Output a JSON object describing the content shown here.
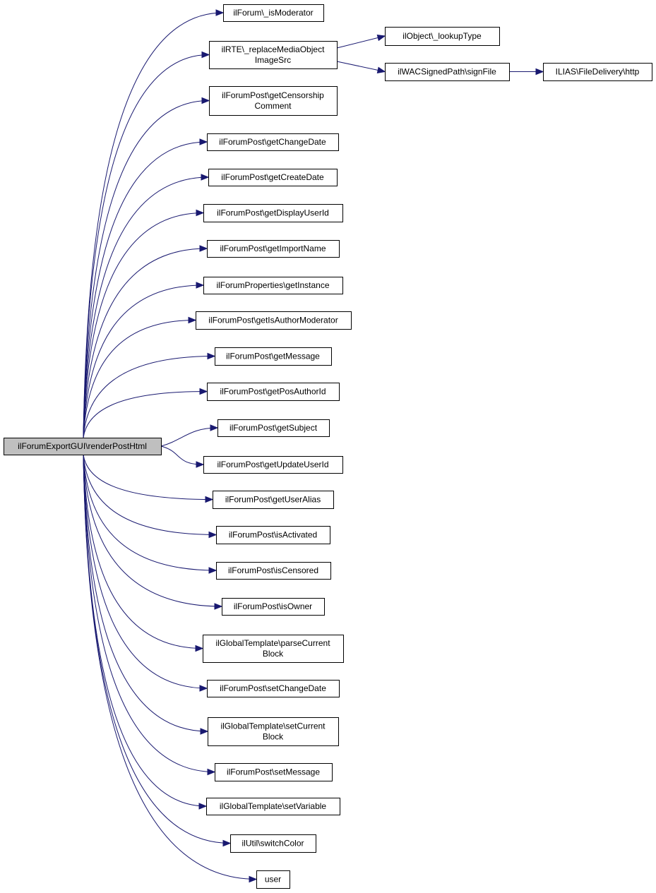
{
  "diagram": {
    "root": {
      "id": "root",
      "lines": [
        "ilForumExportGUI\\renderPostHtml"
      ]
    },
    "nodes": [
      {
        "id": "n1",
        "lines": [
          "ilForum\\_isModerator"
        ]
      },
      {
        "id": "n2",
        "lines": [
          "ilRTE\\_replaceMediaObject",
          "ImageSrc"
        ]
      },
      {
        "id": "n3",
        "lines": [
          "ilForumPost\\getCensorship",
          "Comment"
        ]
      },
      {
        "id": "n4",
        "lines": [
          "ilForumPost\\getChangeDate"
        ]
      },
      {
        "id": "n5",
        "lines": [
          "ilForumPost\\getCreateDate"
        ]
      },
      {
        "id": "n6",
        "lines": [
          "ilForumPost\\getDisplayUserId"
        ]
      },
      {
        "id": "n7",
        "lines": [
          "ilForumPost\\getImportName"
        ]
      },
      {
        "id": "n8",
        "lines": [
          "ilForumProperties\\getInstance"
        ]
      },
      {
        "id": "n9",
        "lines": [
          "ilForumPost\\getIsAuthorModerator"
        ]
      },
      {
        "id": "n10",
        "lines": [
          "ilForumPost\\getMessage"
        ]
      },
      {
        "id": "n11",
        "lines": [
          "ilForumPost\\getPosAuthorId"
        ]
      },
      {
        "id": "n12",
        "lines": [
          "ilForumPost\\getSubject"
        ]
      },
      {
        "id": "n13",
        "lines": [
          "ilForumPost\\getUpdateUserId"
        ]
      },
      {
        "id": "n14",
        "lines": [
          "ilForumPost\\getUserAlias"
        ]
      },
      {
        "id": "n15",
        "lines": [
          "ilForumPost\\isActivated"
        ]
      },
      {
        "id": "n16",
        "lines": [
          "ilForumPost\\isCensored"
        ]
      },
      {
        "id": "n17",
        "lines": [
          "ilForumPost\\isOwner"
        ]
      },
      {
        "id": "n18",
        "lines": [
          "ilGlobalTemplate\\parseCurrent",
          "Block"
        ]
      },
      {
        "id": "n19",
        "lines": [
          "ilForumPost\\setChangeDate"
        ]
      },
      {
        "id": "n20",
        "lines": [
          "ilGlobalTemplate\\setCurrent",
          "Block"
        ]
      },
      {
        "id": "n21",
        "lines": [
          "ilForumPost\\setMessage"
        ]
      },
      {
        "id": "n22",
        "lines": [
          "ilGlobalTemplate\\setVariable"
        ]
      },
      {
        "id": "n23",
        "lines": [
          "ilUtil\\switchColor"
        ]
      },
      {
        "id": "n24",
        "lines": [
          "user"
        ]
      },
      {
        "id": "n25",
        "lines": [
          "ilObject\\_lookupType"
        ]
      },
      {
        "id": "n26",
        "lines": [
          "ilWACSignedPath\\signFile"
        ]
      },
      {
        "id": "n27",
        "lines": [
          "ILIAS\\FileDelivery\\http"
        ]
      }
    ],
    "edges": [
      [
        "root",
        "n1"
      ],
      [
        "root",
        "n2"
      ],
      [
        "root",
        "n3"
      ],
      [
        "root",
        "n4"
      ],
      [
        "root",
        "n5"
      ],
      [
        "root",
        "n6"
      ],
      [
        "root",
        "n7"
      ],
      [
        "root",
        "n8"
      ],
      [
        "root",
        "n9"
      ],
      [
        "root",
        "n10"
      ],
      [
        "root",
        "n11"
      ],
      [
        "root",
        "n12"
      ],
      [
        "root",
        "n13"
      ],
      [
        "root",
        "n14"
      ],
      [
        "root",
        "n15"
      ],
      [
        "root",
        "n16"
      ],
      [
        "root",
        "n17"
      ],
      [
        "root",
        "n18"
      ],
      [
        "root",
        "n19"
      ],
      [
        "root",
        "n20"
      ],
      [
        "root",
        "n21"
      ],
      [
        "root",
        "n22"
      ],
      [
        "root",
        "n23"
      ],
      [
        "root",
        "n24"
      ],
      [
        "n2",
        "n25"
      ],
      [
        "n2",
        "n26"
      ],
      [
        "n26",
        "n27"
      ]
    ],
    "colors": {
      "edge": "#191970",
      "root_fill": "#bfbfbf",
      "node_fill": "#ffffff",
      "node_border": "#000000"
    }
  }
}
